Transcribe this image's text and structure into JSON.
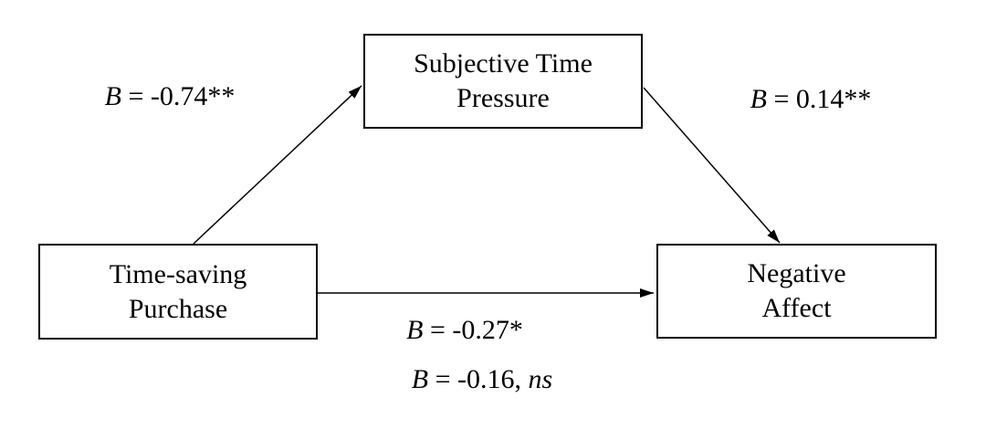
{
  "figure": {
    "type": "mediation-path-diagram",
    "background": "#ffffff",
    "text_color": "#000000",
    "line_color": "#000000",
    "nodes": {
      "predictor": {
        "line1": "Time-saving",
        "line2": "Purchase"
      },
      "mediator": {
        "line1": "Subjective Time",
        "line2": "Pressure"
      },
      "outcome": {
        "line1": "Negative",
        "line2": "Affect"
      }
    },
    "paths": {
      "a": {
        "from": "predictor",
        "to": "mediator",
        "symbol": "B",
        "value": " = -0.74**"
      },
      "b": {
        "from": "mediator",
        "to": "outcome",
        "symbol": "B",
        "value": " = 0.14**"
      },
      "c": {
        "from": "predictor",
        "to": "outcome",
        "symbol": "B",
        "value": " = -0.27*"
      },
      "c_prime": {
        "from": "predictor",
        "to": "outcome",
        "symbol": "B",
        "value": " = -0.16, ",
        "suffix": "ns"
      }
    }
  }
}
